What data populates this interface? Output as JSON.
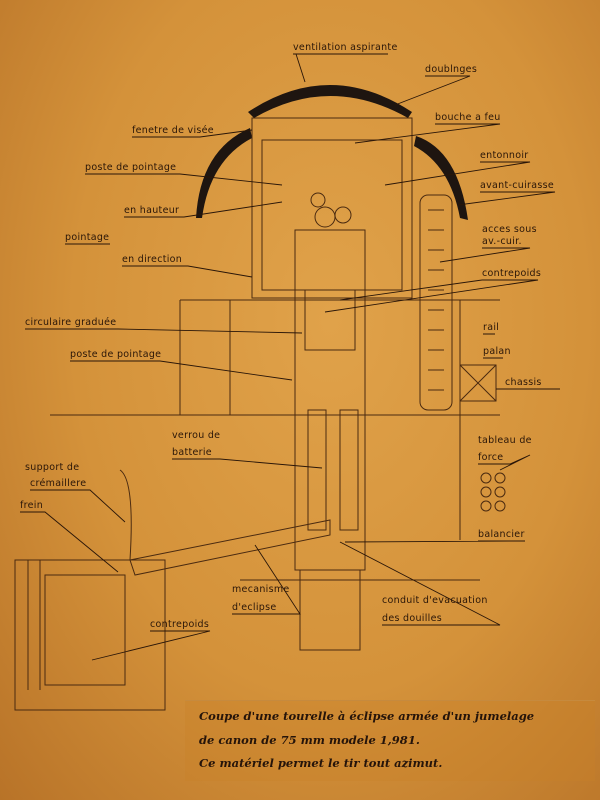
{
  "labels": {
    "ventilation": "ventilation aspirante",
    "doublages": "doublnges",
    "fenetre": "fenetre de visée",
    "bouche": "bouche a feu",
    "poste1": "poste de pointage",
    "entonnoir": "entonnoir",
    "avant": "avant-cuirasse",
    "hauteur": "en hauteur",
    "pointage": "pointage",
    "acces1": "acces sous",
    "acces2": "av.-cuir.",
    "direction": "en direction",
    "contrepoids1": "contrepoids",
    "circulaire": "circulaire graduée",
    "rail": "rail",
    "palan": "palan",
    "chassis": "chassis",
    "poste2": "poste de pointage",
    "verrou1": "verrou de",
    "verrou2": "batterie",
    "support1": "support de",
    "support2": "crémaillere",
    "frein": "frein",
    "tableau1": "tableau de",
    "tableau2": "force",
    "balancier": "balancier",
    "mecanisme1": "mecanisme",
    "mecanisme2": "d'eclipse",
    "conduit1": "conduit d'evacuation",
    "conduit2": "des douilles",
    "contrepoids2": "contrepoids"
  },
  "caption": [
    "Coupe d'une tourelle à éclipse armée d'un jumelage",
    "de canon de 75 mm modele 1,981.",
    "Ce matériel permet le tir tout azimut."
  ]
}
